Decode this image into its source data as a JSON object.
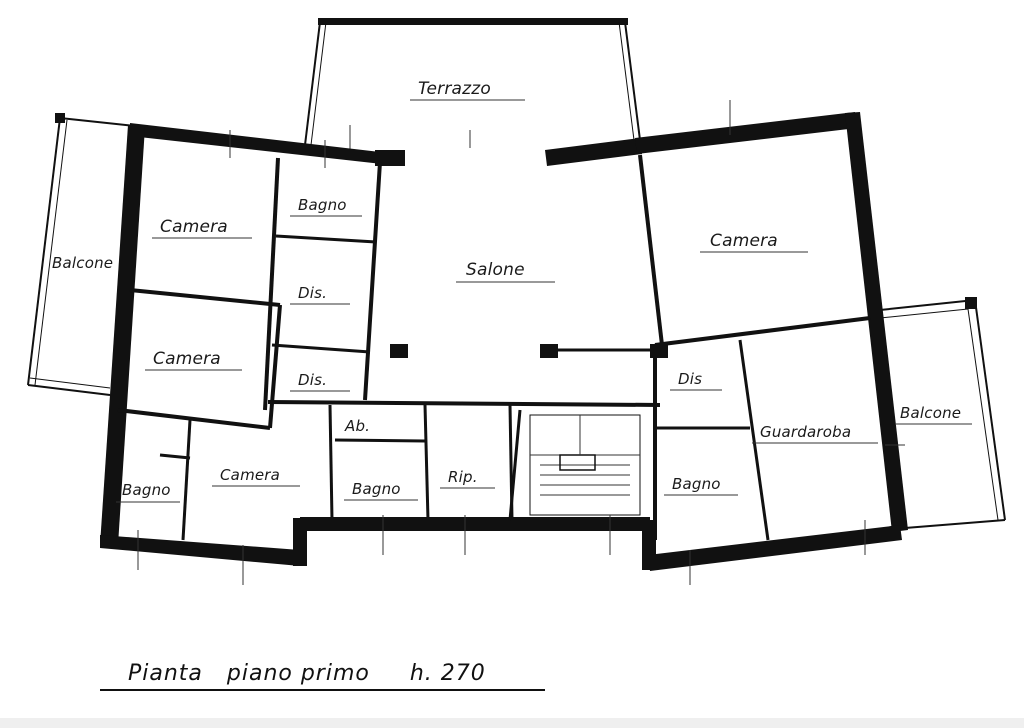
{
  "plan": {
    "rooms": {
      "terrazzo": "Terrazzo",
      "salone": "Salone",
      "camera_left_top": "Camera",
      "camera_left_mid": "Camera",
      "camera_bottom": "Camera",
      "camera_right": "Camera",
      "bagno_top": "Bagno",
      "bagno_left": "Bagno",
      "bagno_center": "Bagno",
      "bagno_right": "Bagno",
      "dis_1": "Dis.",
      "dis_2": "Dis.",
      "dis_3": "Dis",
      "balcone_left": "Balcone",
      "balcone_right": "Balcone",
      "ab": "Ab.",
      "rip": "Rip.",
      "guardaroba": "Guardaroba"
    },
    "title": "Pianta   piano primo     h. 270"
  },
  "colors": {
    "ink": "#111111",
    "paper": "#ffffff"
  }
}
